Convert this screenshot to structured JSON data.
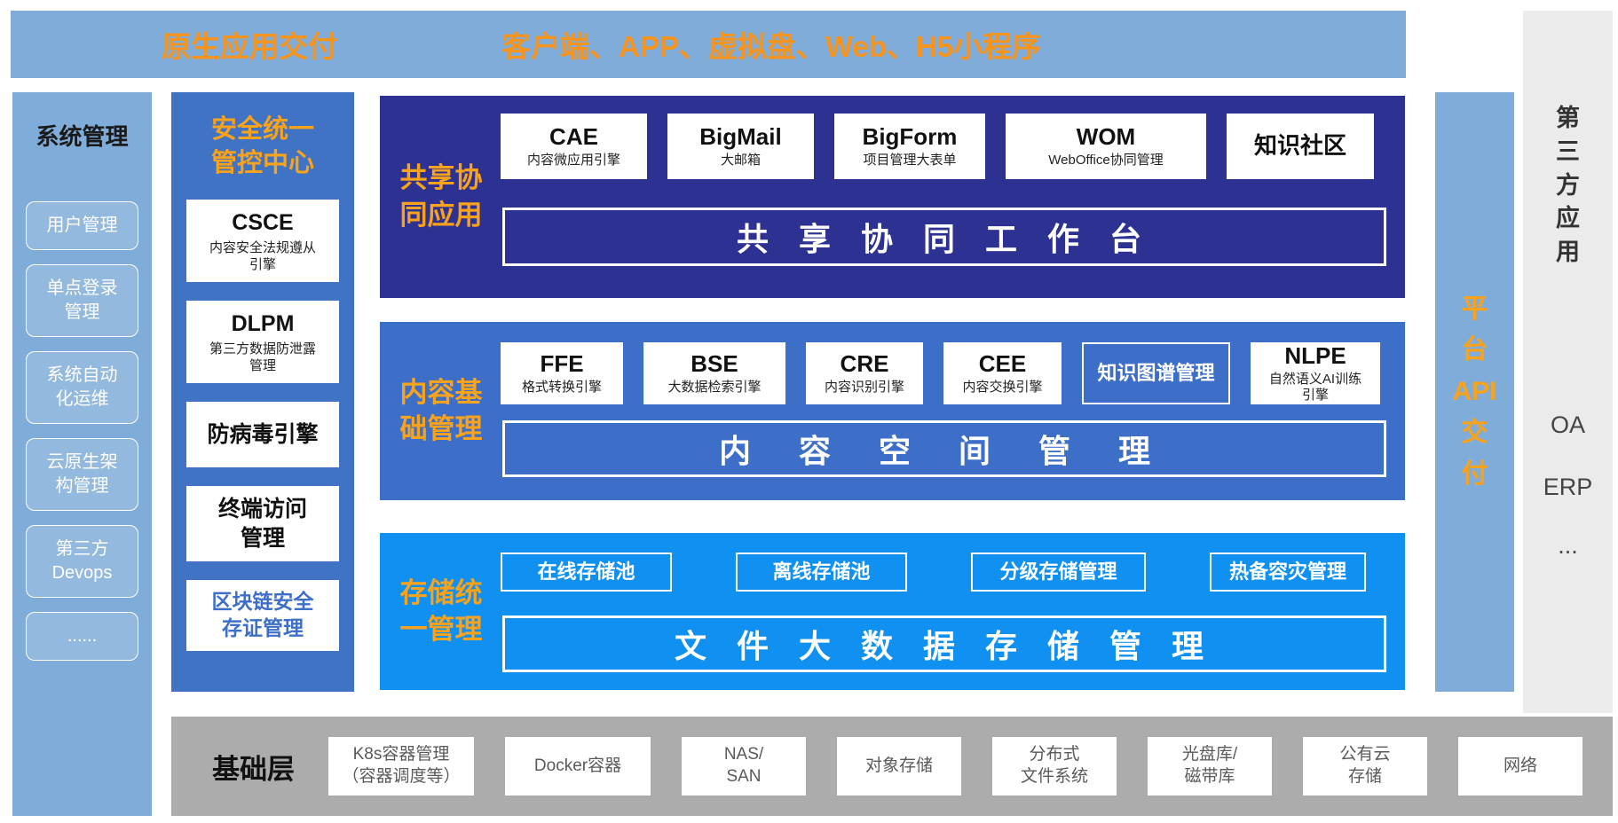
{
  "colors": {
    "light_blue": "#7FACD9",
    "security_blue": "#4173C4",
    "navy": "#2C3192",
    "panel_blue": "#3D6FC9",
    "bright_blue": "#1090F0",
    "orange": "#F9A21B",
    "infra_gray": "#ACACAC",
    "third_party_gray": "#EBEBEB"
  },
  "top_bar": {
    "delivery_label": "原生应用交付",
    "channels_label": "客户端、APP、虚拟盘、Web、H5小程序"
  },
  "system_management": {
    "title": "系统管理",
    "items": [
      "用户管理",
      "单点登录\n管理",
      "系统自动\n化运维",
      "云原生架\n构管理",
      "第三方\nDevops",
      "......"
    ]
  },
  "security_center": {
    "title": "安全统一\n管控中心",
    "modules": [
      {
        "name": "CSCE",
        "desc": "内容安全法规遵从\n引擎"
      },
      {
        "name": "DLPM",
        "desc": "第三方数据防泄露\n管理"
      },
      {
        "name": "防病毒引擎",
        "desc": ""
      },
      {
        "name": "终端访问\n管理",
        "desc": ""
      },
      {
        "name": "区块链安全\n存证管理",
        "desc": ""
      }
    ]
  },
  "collab_panel": {
    "label": "共享协\n同应用",
    "modules": [
      {
        "name": "CAE",
        "desc": "内容微应用引擎"
      },
      {
        "name": "BigMail",
        "desc": "大邮箱"
      },
      {
        "name": "BigForm",
        "desc": "项目管理大表单"
      },
      {
        "name": "WOM",
        "desc": "WebOffice协同管理"
      },
      {
        "name": "知识社区",
        "desc": ""
      }
    ],
    "workbench": "共 享 协 同 工 作 台"
  },
  "content_panel": {
    "label": "内容基\n础管理",
    "modules": [
      {
        "name": "FFE",
        "desc": "格式转换引擎"
      },
      {
        "name": "BSE",
        "desc": "大数据检索引擎"
      },
      {
        "name": "CRE",
        "desc": "内容识别引擎"
      },
      {
        "name": "CEE",
        "desc": "内容交换引擎"
      },
      {
        "name": "知识图谱管理",
        "desc": ""
      },
      {
        "name": "NLPE",
        "desc": "自然语义AI训练\n引擎"
      }
    ],
    "workbench": "内 容 空 间 管 理"
  },
  "storage_panel": {
    "label": "存储统\n一管理",
    "modules": [
      {
        "name": "在线存储池"
      },
      {
        "name": "离线存储池"
      },
      {
        "name": "分级存储管理"
      },
      {
        "name": "热备容灾管理"
      }
    ],
    "workbench": "文 件 大 数 据 存 储 管 理"
  },
  "platform_api": {
    "label": "平\n台\nAPI\n交\n付"
  },
  "third_party": {
    "title": "第\n三\n方\n应\n用",
    "items": [
      "OA",
      "ERP",
      "..."
    ]
  },
  "infrastructure": {
    "label": "基础层",
    "items": [
      "K8s容器管理\n（容器调度等）",
      "Docker容器",
      "NAS/\nSAN",
      "对象存储",
      "分布式\n文件系统",
      "光盘库/\n磁带库",
      "公有云\n存储",
      "网络"
    ]
  }
}
